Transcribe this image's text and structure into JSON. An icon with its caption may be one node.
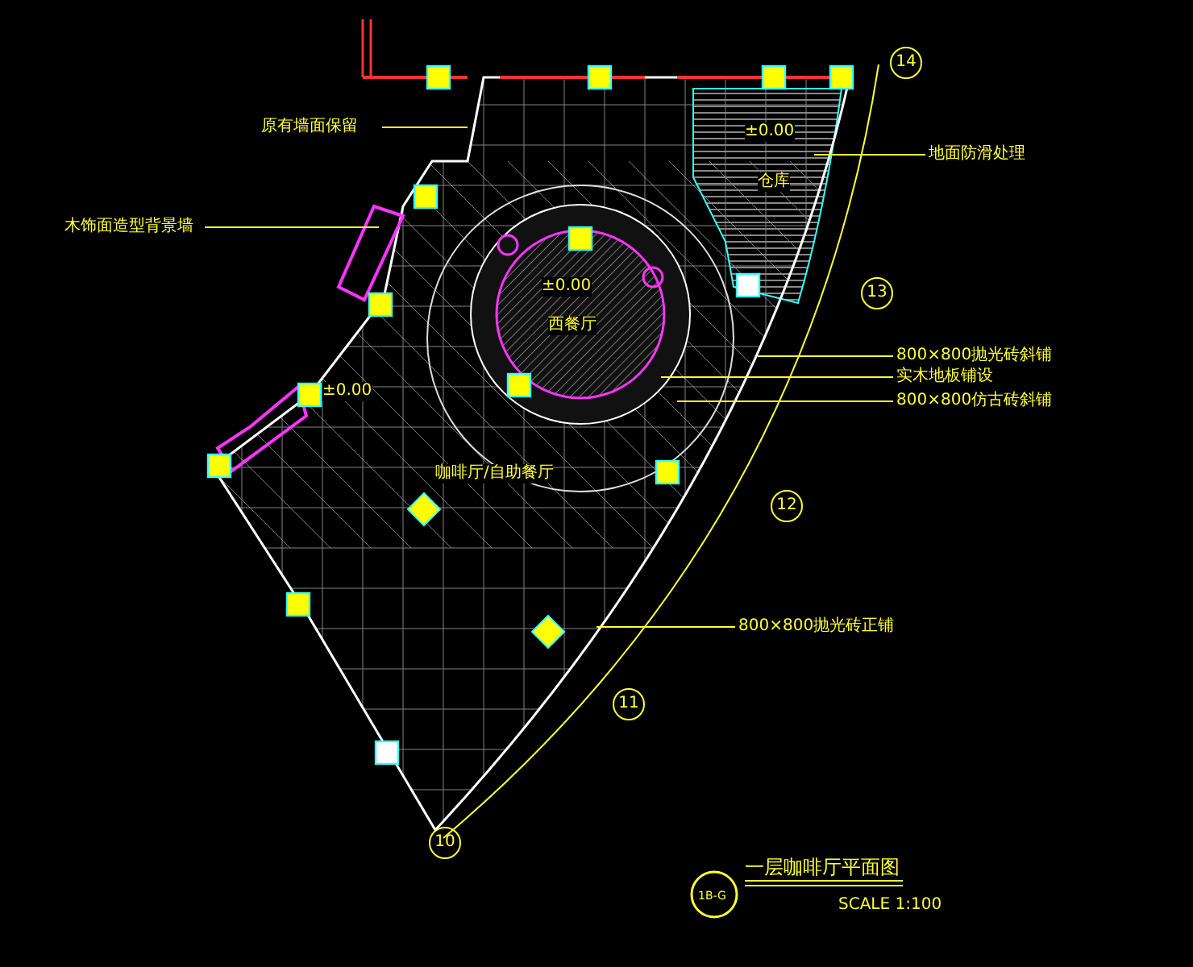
{
  "diagram": {
    "title": "一层咖啡厅平面图",
    "nodes": [
      {
        "text": [
          "原有墙面保留"
        ]
      },
      {
        "text": [
          "木饰面造型背景墙"
        ]
      },
      {
        "text": [
          "地面防滑处理"
        ]
      },
      {
        "text": [
          "800×800抛光砖斜铺"
        ]
      },
      {
        "text": [
          "实木地板铺设"
        ]
      },
      {
        "text": [
          "800×800仿古砖斜铺"
        ]
      },
      {
        "text": [
          "800×800抛光砖正铺"
        ]
      }
    ],
    "edges": [
      {
        "from": 0,
        "to": null,
        "arrow": "none"
      },
      {
        "from": 1,
        "to": null,
        "arrow": "none"
      },
      {
        "from": 2,
        "to": null,
        "arrow": "none"
      },
      {
        "from": 3,
        "to": null,
        "arrow": "none"
      },
      {
        "from": 4,
        "to": null,
        "arrow": "none"
      },
      {
        "from": 5,
        "to": null,
        "arrow": "none"
      },
      {
        "from": 6,
        "to": null,
        "arrow": "none"
      }
    ],
    "labels": [
      "14",
      "±0.00",
      "仓库",
      "13",
      "±0.00",
      "西餐厅",
      "±0.00",
      "咖啡厅/自助餐厅",
      "12",
      "11",
      "10",
      "1B-G",
      "SCALE 1:100"
    ]
  }
}
